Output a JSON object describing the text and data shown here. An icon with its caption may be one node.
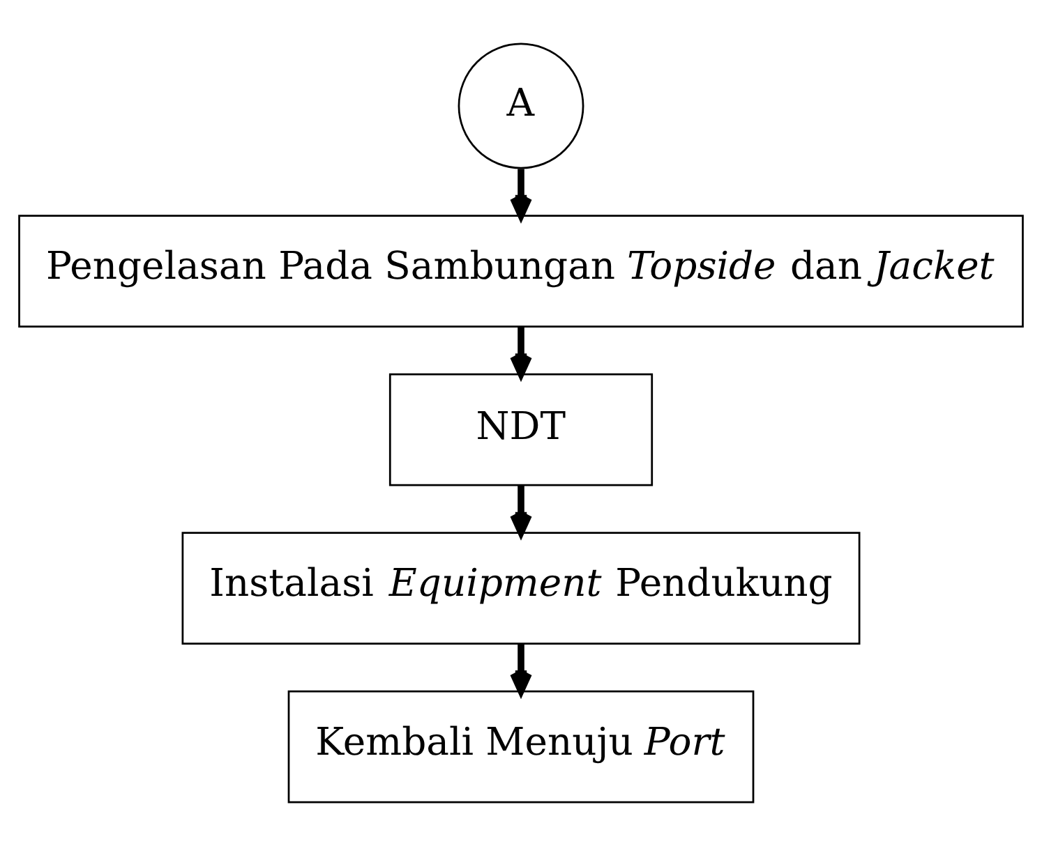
{
  "diagram": {
    "nodes": [
      {
        "text": [
          "A"
        ]
      },
      {
        "text": [
          "Pengelasan Pada Sambungan *Topside* dan *Jacket*"
        ]
      },
      {
        "text": [
          "NDT"
        ]
      },
      {
        "text": [
          "Instalasi *Equipment* Pendukung"
        ]
      },
      {
        "text": [
          "Kembali Menuju *Port*"
        ]
      }
    ],
    "edges": [
      {
        "from": 0,
        "to": 1,
        "arrow": "to"
      },
      {
        "from": 1,
        "to": 2,
        "arrow": "to"
      },
      {
        "from": 2,
        "to": 3,
        "arrow": "to"
      },
      {
        "from": 3,
        "to": 4,
        "arrow": "to"
      }
    ]
  }
}
